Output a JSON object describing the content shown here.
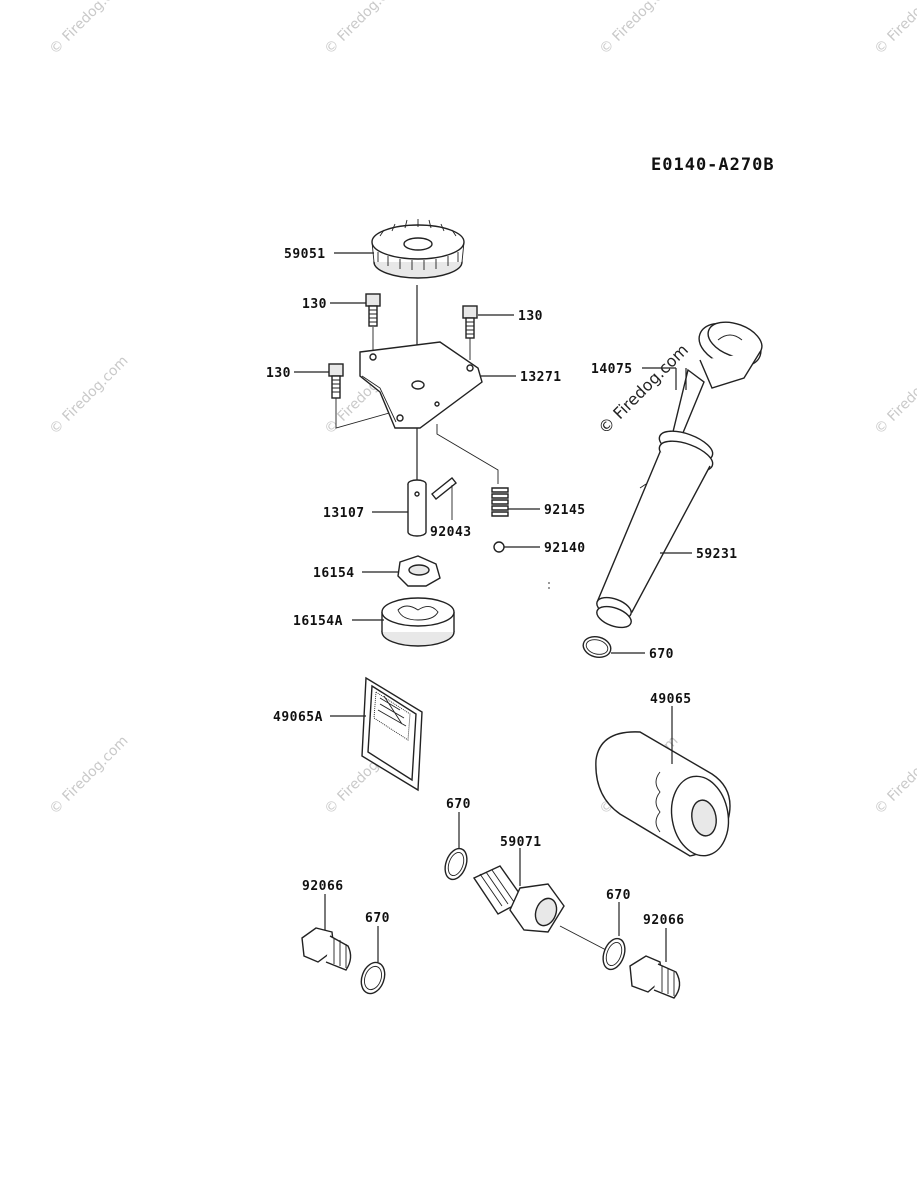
{
  "diagram_code": "E0140-A270B",
  "watermark": "© Firedog.com",
  "parts": {
    "p59051": "59051",
    "p130a": "130",
    "p130b": "130",
    "p130c": "130",
    "p13271": "13271",
    "p14075": "14075",
    "p13107": "13107",
    "p92043": "92043",
    "p92145": "92145",
    "p92140": "92140",
    "p59231": "59231",
    "p16154": "16154",
    "p16154A": "16154A",
    "p670a": "670",
    "p49065A": "49065A",
    "p49065": "49065",
    "p670b": "670",
    "p59071": "59071",
    "p92066a": "92066",
    "p670c": "670",
    "p670d": "670",
    "p92066b": "92066"
  }
}
